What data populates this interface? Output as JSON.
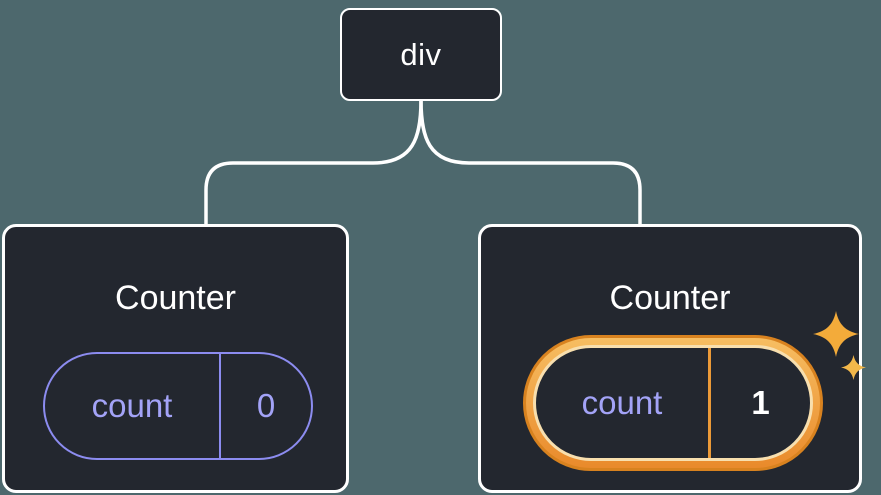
{
  "diagram": {
    "root": {
      "label": "div"
    },
    "children": [
      {
        "title": "Counter",
        "state": {
          "label": "count",
          "value": "0"
        },
        "highlighted": false
      },
      {
        "title": "Counter",
        "state": {
          "label": "count",
          "value": "1"
        },
        "highlighted": true
      }
    ]
  },
  "colors": {
    "background": "#4d686d",
    "node_fill": "#23272f",
    "node_border": "#ffffff",
    "text": "#ffffff",
    "state_border": "#8c8cf0",
    "state_text": "#a3a3f7",
    "highlight_outline": "#d8821f",
    "highlight_gradient_top": "#f7be62",
    "highlight_gradient_bottom": "#e98a2b",
    "highlight_inner_edge": "#f8dfae",
    "highlight_divider": "#ec9a38",
    "sparkle": "#f3ab3a"
  }
}
